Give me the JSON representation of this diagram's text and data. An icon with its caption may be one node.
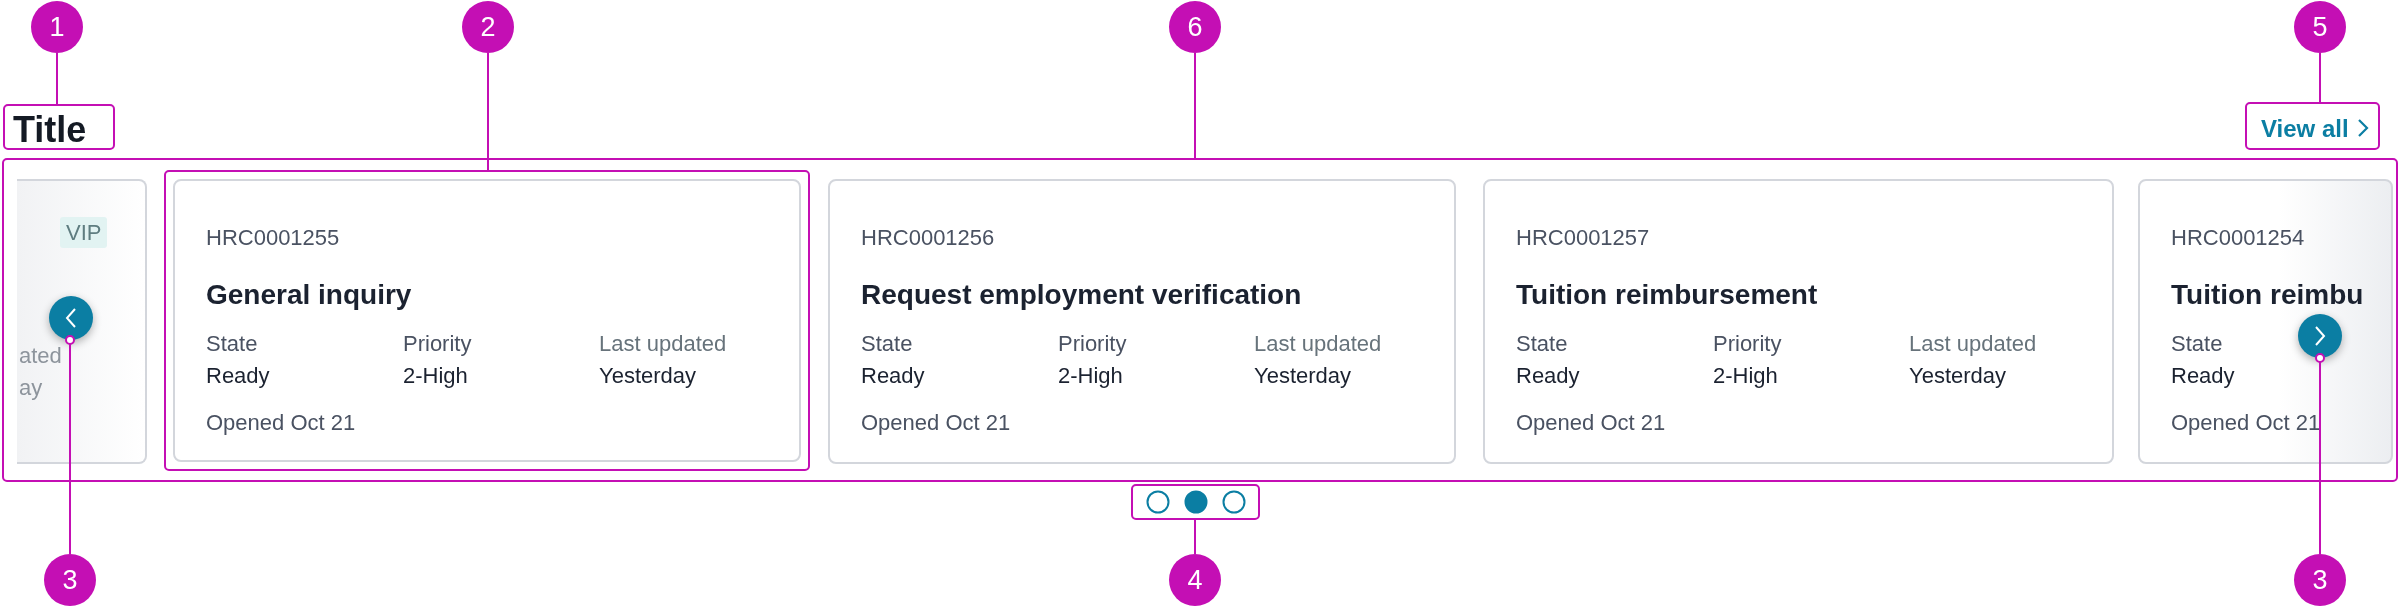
{
  "diagram": {
    "nodes": [
      {
        "text": [
          "1"
        ]
      },
      {
        "text": [
          "2"
        ]
      },
      {
        "text": [
          "6"
        ]
      },
      {
        "text": [
          "5"
        ]
      },
      {
        "text": [
          "Title"
        ]
      },
      {
        "text": [
          "View all"
        ]
      },
      {
        "text": [],
        "shape": "box"
      },
      {
        "text": [
          "VIP",
          "ated",
          "ay"
        ],
        "in": 6
      },
      {
        "text": [
          "HRC0001255",
          "General inquiry",
          "State",
          "Ready",
          "Priority",
          "2-High",
          "Last updated",
          "Yesterday",
          "Opened Oct 21"
        ],
        "in": 6
      },
      {
        "text": [
          "HRC0001256",
          "Request employment verification",
          "State",
          "Ready",
          "Priority",
          "2-High",
          "Last updated",
          "Yesterday",
          "Opened Oct 21"
        ],
        "in": 6
      },
      {
        "text": [
          "HRC0001257",
          "Tuition reimbursement",
          "State",
          "Ready",
          "Priority",
          "2-High",
          "Last updated",
          "Yesterday",
          "Opened Oct 21"
        ],
        "in": 6
      },
      {
        "text": [
          "HRC0001254",
          "Tuition reimbu",
          "State",
          "Ready",
          "Opened Oct 21"
        ],
        "in": 6
      },
      {
        "text": [],
        "shape": "circle",
        "in": 7
      },
      {
        "text": [],
        "shape": "circle",
        "in": 11
      },
      {
        "text": [],
        "shape": "box"
      },
      {
        "text": [
          "3"
        ]
      },
      {
        "text": [
          "4"
        ]
      },
      {
        "text": [
          "3"
        ]
      }
    ],
    "edges": [
      {
        "from": 0,
        "to": 4,
        "arrow": "none"
      },
      {
        "from": 1,
        "to": 8,
        "arrow": "none"
      },
      {
        "from": 2,
        "to": 6,
        "arrow": "none"
      },
      {
        "from": 3,
        "to": 5,
        "arrow": "none"
      },
      {
        "from": 15,
        "to": 12,
        "arrow": "other"
      },
      {
        "from": 16,
        "to": 14,
        "arrow": "none"
      },
      {
        "from": 17,
        "to": 13,
        "arrow": "other"
      }
    ]
  }
}
